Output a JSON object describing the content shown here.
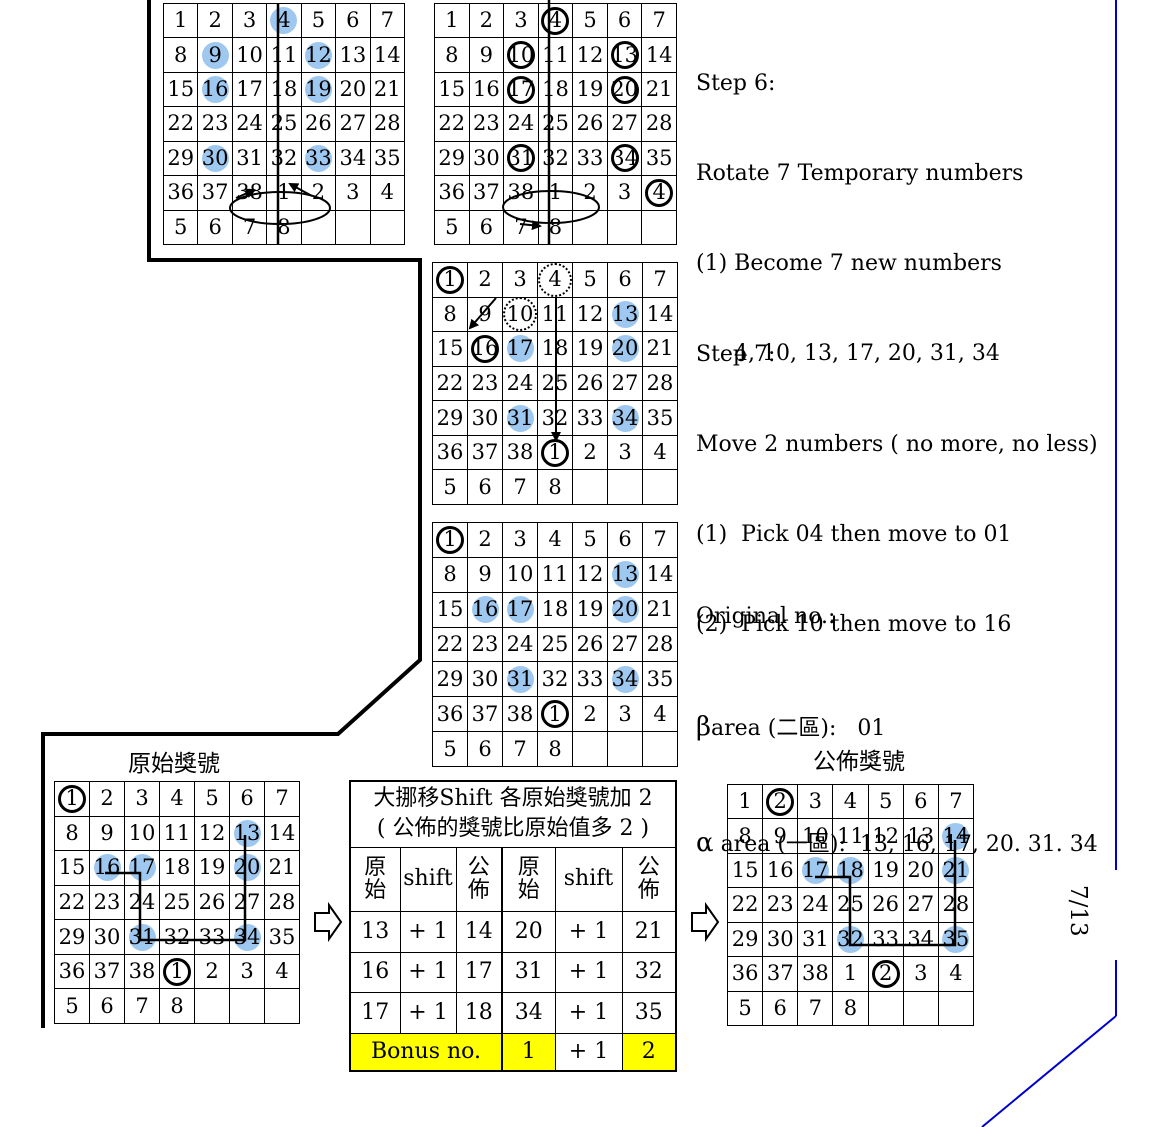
{
  "grid_numbers": [
    "1",
    "2",
    "3",
    "4",
    "5",
    "6",
    "7",
    "8",
    "9",
    "10",
    "11",
    "12",
    "13",
    "14",
    "15",
    "16",
    "17",
    "18",
    "19",
    "20",
    "21",
    "22",
    "23",
    "24",
    "25",
    "26",
    "27",
    "28",
    "29",
    "30",
    "31",
    "32",
    "33",
    "34",
    "35",
    "36",
    "37",
    "38",
    "1",
    "2",
    "3",
    "4",
    "5",
    "6",
    "7",
    "8"
  ],
  "grids": [
    {
      "id": "step6-before",
      "highlighted": [
        4,
        9,
        12,
        16,
        19,
        30,
        33
      ],
      "ringed": [],
      "dotted": []
    },
    {
      "id": "step6-after",
      "highlighted": [],
      "ringed": [
        4,
        10,
        13,
        17,
        20,
        31,
        34
      ],
      "dotted": []
    },
    {
      "id": "step7",
      "highlighted": [
        13,
        17,
        20,
        31,
        34
      ],
      "ringed": [
        16,
        1
      ],
      "dotted": [
        4,
        10
      ]
    },
    {
      "id": "original",
      "highlighted": [
        13,
        16,
        17,
        20,
        31,
        34
      ],
      "ringed": [
        1
      ],
      "dotted": []
    },
    {
      "id": "original-prize",
      "highlighted": [
        13,
        16,
        17,
        20,
        31,
        34
      ],
      "ringed": [
        1
      ],
      "dotted": []
    },
    {
      "id": "announced-prize",
      "highlighted": [
        14,
        17,
        18,
        21,
        32,
        35
      ],
      "ringed": [
        2
      ],
      "dotted": []
    }
  ],
  "step6": {
    "title": "Step 6:",
    "line1": "Rotate 7 Temporary numbers",
    "line2": "(1) Become 7 new numbers",
    "line3": "4, 10, 13, 17, 20, 31, 34"
  },
  "step7": {
    "title": "Step 7:",
    "line1": "Move 2 numbers ( no more, no less)",
    "line2": "(1)  Pick 04 then move to 01",
    "line3": "(2)  Pick 10 then move to 16"
  },
  "original_no": {
    "title": "Original no.:",
    "beta_symbol": "β",
    "beta_text": "area (二區):   01",
    "alpha_symbol": "α",
    "alpha_text": "area (一區):  13, 16, 17, 20. 31. 34"
  },
  "labels": {
    "original_prize": "原始獎號",
    "announced_prize": "公佈獎號"
  },
  "shift_table": {
    "title1": "大挪移Shift 各原始獎號加 2",
    "title2": "( 公佈的獎號比原始值多 2 )",
    "h_orig": "原\n始",
    "h_shift": "shift",
    "h_pub": "公\n佈",
    "rows": [
      [
        "13",
        "+ 1",
        "14",
        "20",
        "+ 1",
        "21"
      ],
      [
        "16",
        "+ 1",
        "17",
        "31",
        "+ 1",
        "32"
      ],
      [
        "17",
        "+ 1",
        "18",
        "34",
        "+ 1",
        "35"
      ]
    ],
    "bonus_label": "Bonus no.",
    "bonus": [
      "1",
      "+ 1",
      "2"
    ]
  },
  "page_number": "7/13",
  "colors": {
    "highlight": "#9ec8ef",
    "bonus_fill": "#ffff00",
    "side_line": "#0000cc"
  },
  "icons": {
    "arrow": "hollow-right-arrow"
  }
}
